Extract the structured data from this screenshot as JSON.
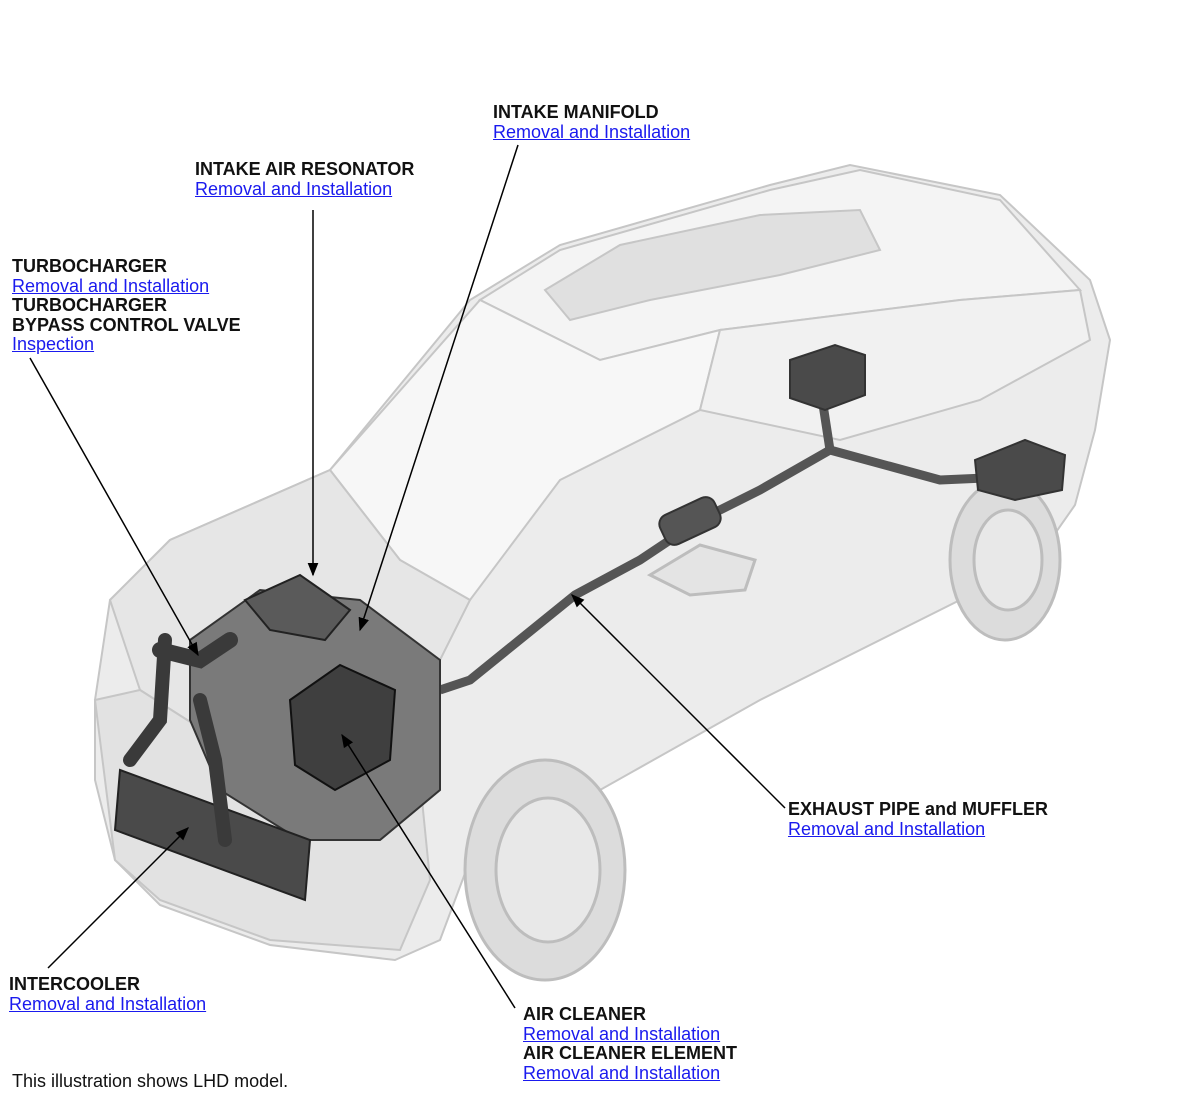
{
  "callouts": {
    "intake_manifold": {
      "title": "INTAKE MANIFOLD",
      "link": "Removal and Installation"
    },
    "intake_air_resonator": {
      "title": "INTAKE AIR RESONATOR",
      "link": "Removal and Installation"
    },
    "turbocharger": {
      "title": "TURBOCHARGER",
      "link": "Removal and Installation",
      "title2": "TURBOCHARGER",
      "title3": "BYPASS CONTROL VALVE",
      "link2": "Inspection"
    },
    "exhaust": {
      "title": "EXHAUST PIPE and MUFFLER",
      "link": "Removal and Installation"
    },
    "intercooler": {
      "title": "INTERCOOLER",
      "link": "Removal and Installation"
    },
    "air_cleaner": {
      "title": "AIR CLEANER",
      "link": "Removal and Installation",
      "title2": "AIR CLEANER ELEMENT",
      "link2": "Removal and Installation"
    }
  },
  "note": "This illustration shows LHD model.",
  "colors": {
    "link": "#1a1aee",
    "body_fill": "#ebebeb",
    "body_stroke": "#c9c9c9",
    "component": "#444444"
  }
}
